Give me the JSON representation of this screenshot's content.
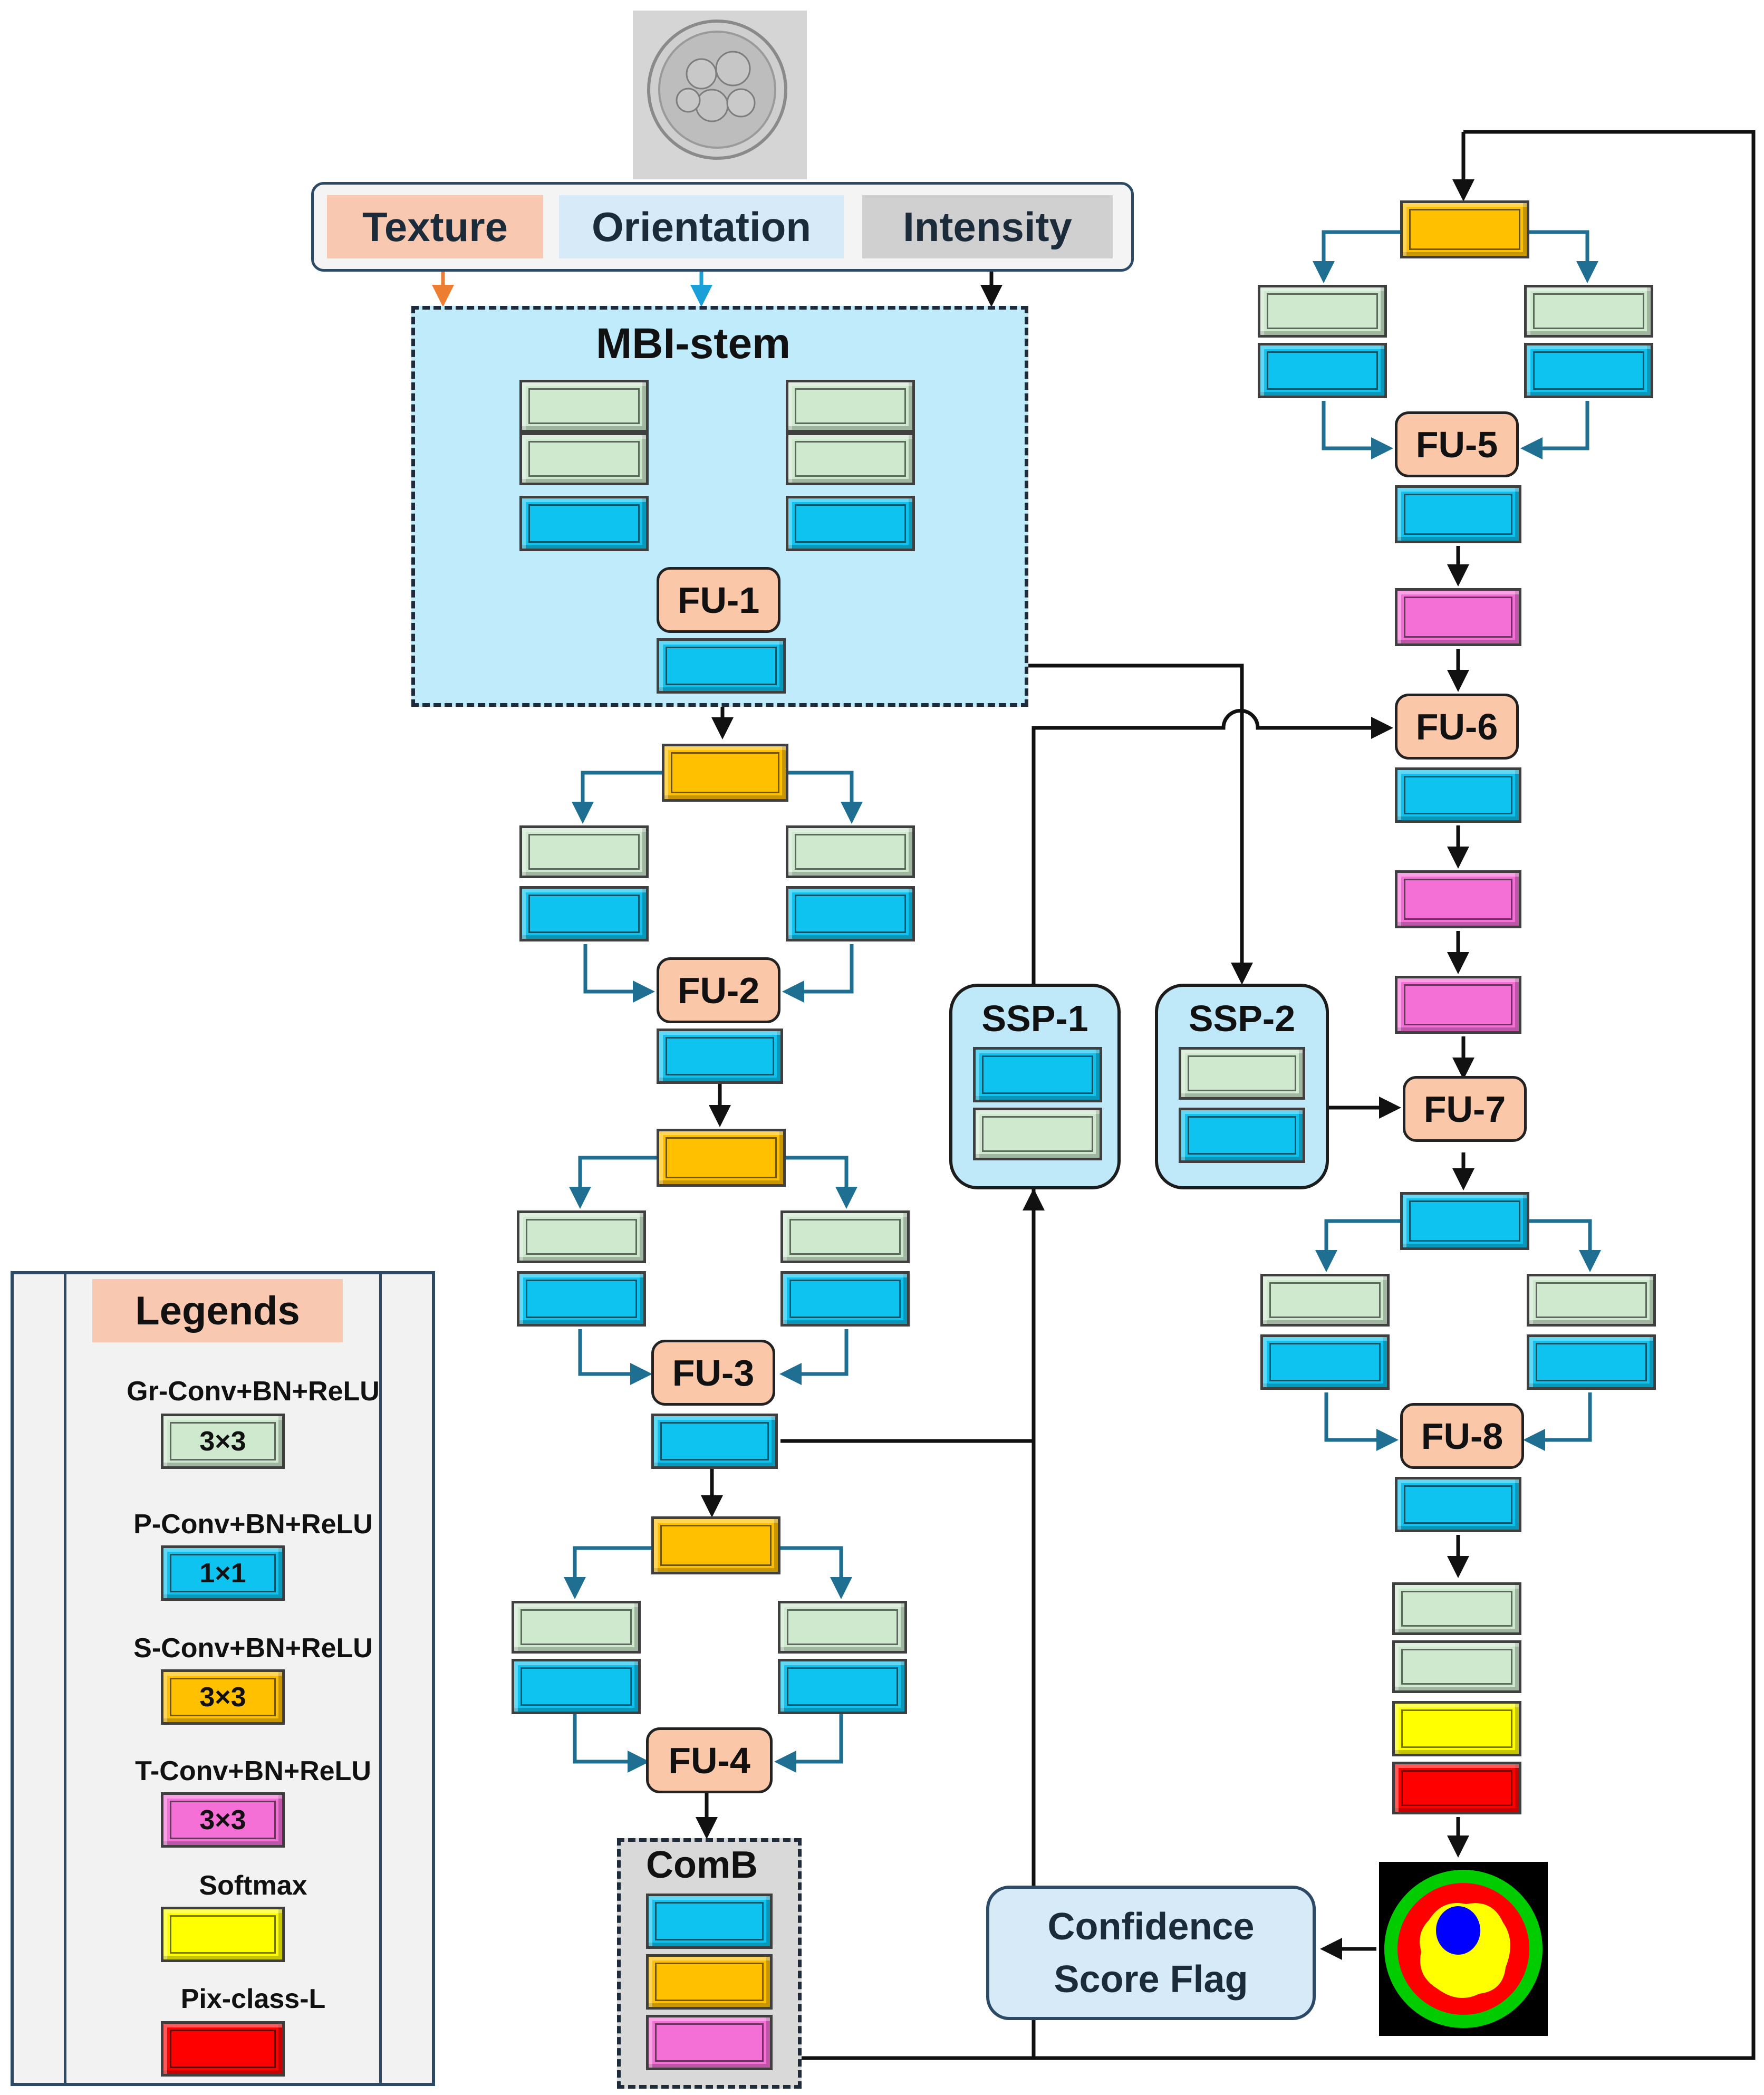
{
  "input_bar": {
    "texture": "Texture",
    "orientation": "Orientation",
    "intensity": "Intensity"
  },
  "mbi_stem_title": "MBI-stem",
  "fu_labels": {
    "fu1": "FU-1",
    "fu2": "FU-2",
    "fu3": "FU-3",
    "fu4": "FU-4",
    "fu5": "FU-5",
    "fu6": "FU-6",
    "fu7": "FU-7",
    "fu8": "FU-8"
  },
  "ssp_labels": {
    "ssp1": "SSP-1",
    "ssp2": "SSP-2"
  },
  "comb_title": "ComB",
  "output_box": {
    "line1": "Confidence",
    "line2": "Score Flag"
  },
  "legend": {
    "title": "Legends",
    "items": [
      {
        "name": "Gr-Conv+BN+ReLU",
        "size": "3×3",
        "color": "#cfe9cf"
      },
      {
        "name": "P-Conv+BN+ReLU",
        "size": "1×1",
        "color": "#0ec3ef"
      },
      {
        "name": "S-Conv+BN+ReLU",
        "size": "3×3",
        "color": "#ffc000"
      },
      {
        "name": "T-Conv+BN+ReLU",
        "size": "3×3",
        "color": "#f46fd6"
      },
      {
        "name": "Softmax",
        "size": "",
        "color": "#ffff00"
      },
      {
        "name": "Pix-class-L",
        "size": "",
        "color": "#ff0000"
      }
    ]
  },
  "colors": {
    "texture": "#f9c8b0",
    "orientation": "#d6eaf8",
    "intensity": "#d0d0d0",
    "texture_arrow": "#ed7d31",
    "orientation_arrow": "#1aa0d8",
    "stem_fill": "#bfebfb",
    "branch_arrow": "#1f6f93"
  }
}
